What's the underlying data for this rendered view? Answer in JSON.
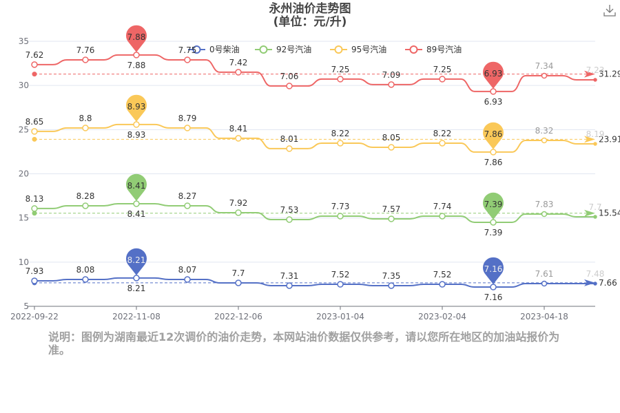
{
  "title": {
    "line1": "永州油价走势图",
    "line2": "(单位：元/升)"
  },
  "note": "说明：图例为湖南最近12次调价的油价走势，本网站油价数据仅供参考，请以您所在地区的加油站报价为准。",
  "chart_data": {
    "type": "line",
    "y_ticks": [
      5,
      10,
      15,
      20,
      25,
      30,
      35
    ],
    "ylim": [
      5,
      35
    ],
    "x_tick_labels": [
      "2022-09-22",
      "2022-11-08",
      "2022-12-06",
      "2023-01-04",
      "2023-02-04",
      "2023-04-18"
    ],
    "legend_position": "top-center",
    "series": [
      {
        "name": "0号柴油",
        "color": "#5470c6",
        "labels": [
          7.93,
          8.08,
          8.21,
          8.07,
          7.7,
          7.31,
          7.52,
          7.35,
          7.52,
          7.16,
          7.61,
          7.48
        ],
        "plotted": [
          7.88,
          8.04,
          8.2,
          8.04,
          7.65,
          7.34,
          7.49,
          7.34,
          7.49,
          7.18,
          7.57,
          7.57
        ],
        "max": "8.21",
        "min": "7.16",
        "average_label": "7.66",
        "average_plotted": 7.66
      },
      {
        "name": "92号汽油",
        "color": "#91cc75",
        "labels": [
          8.13,
          8.28,
          8.41,
          8.27,
          7.92,
          7.53,
          7.73,
          7.57,
          7.74,
          7.39,
          7.83,
          7.7
        ],
        "plotted": [
          16.07,
          16.38,
          16.61,
          16.38,
          15.6,
          14.82,
          15.21,
          14.9,
          15.21,
          14.51,
          15.44,
          15.13
        ],
        "max": "8.41",
        "min": "7.39",
        "average_label": "15.54",
        "average_plotted": 15.54
      },
      {
        "name": "95号汽油",
        "color": "#fac858",
        "labels": [
          8.65,
          8.8,
          8.93,
          8.79,
          8.41,
          8.01,
          8.22,
          8.05,
          8.22,
          7.86,
          8.32,
          8.19
        ],
        "plotted": [
          24.8,
          25.19,
          25.58,
          25.19,
          24.02,
          22.85,
          23.47,
          23.0,
          23.47,
          22.46,
          23.78,
          23.39
        ],
        "max": "8.93",
        "min": "7.86",
        "average_label": "23.91",
        "average_plotted": 23.91
      },
      {
        "name": "89号汽油",
        "color": "#ee6666",
        "labels": [
          7.62,
          7.76,
          7.88,
          7.75,
          7.42,
          7.06,
          7.25,
          7.09,
          7.25,
          6.93,
          7.34,
          7.23
        ],
        "plotted": [
          32.36,
          32.9,
          33.45,
          32.9,
          31.5,
          29.94,
          30.72,
          30.1,
          30.72,
          29.32,
          31.1,
          30.64
        ],
        "max": "7.88",
        "min": "6.93",
        "average_label": "31.29",
        "average_plotted": 31.29
      }
    ]
  }
}
